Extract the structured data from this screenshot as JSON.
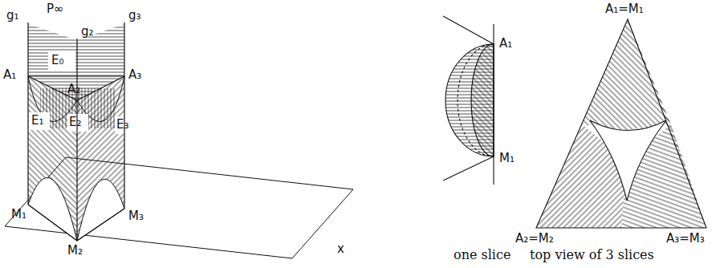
{
  "diagram": {
    "labels": [
      "P∞",
      "g₁",
      "g₂",
      "g₃",
      "E₀",
      "A₁",
      "A₂",
      "A₃",
      "E₁",
      "E₂",
      "E₃",
      "M₁",
      "M₂",
      "M₃",
      "x",
      "A₁",
      "M₁",
      "one slice",
      "top view of 3 slices",
      "A₁=M₁",
      "A₂=M₂",
      "A₃=M₃"
    ]
  }
}
